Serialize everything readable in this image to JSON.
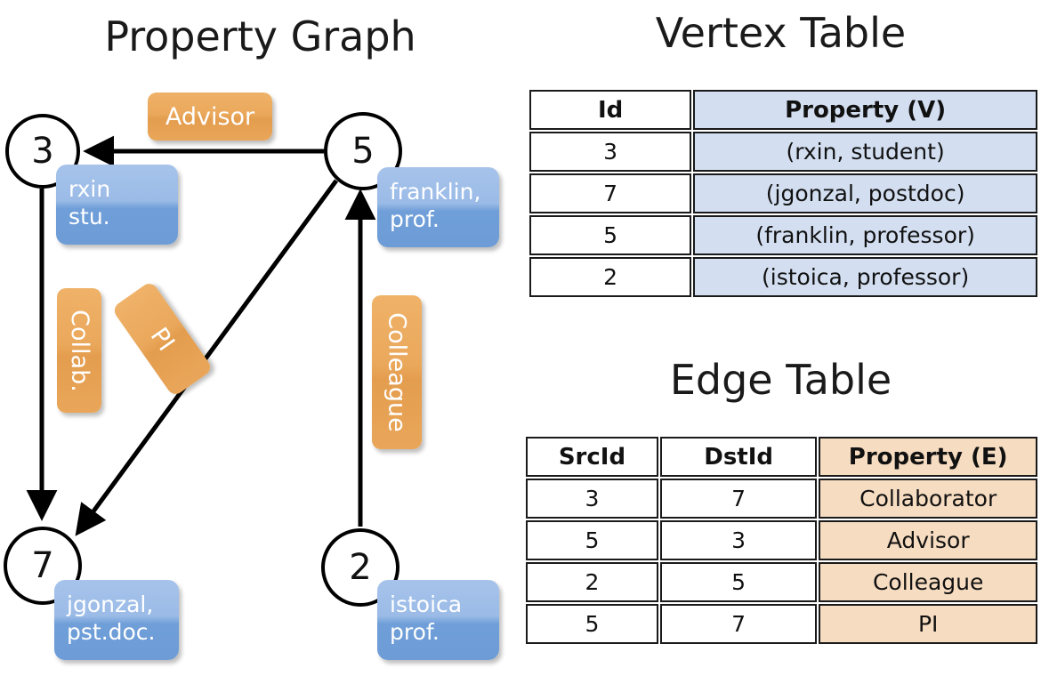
{
  "titles": {
    "property_graph": "Property Graph",
    "vertex_table": "Vertex Table",
    "edge_table": "Edge Table"
  },
  "graph": {
    "nodes": [
      {
        "id": "3",
        "label": "3",
        "property_lines": [
          "rxin",
          "stu."
        ]
      },
      {
        "id": "5",
        "label": "5",
        "property_lines": [
          "franklin,",
          "prof."
        ]
      },
      {
        "id": "7",
        "label": "7",
        "property_lines": [
          "jgonzal,",
          "pst.doc."
        ]
      },
      {
        "id": "2",
        "label": "2",
        "property_lines": [
          "istoica",
          "prof."
        ]
      }
    ],
    "edge_labels": [
      {
        "name": "advisor",
        "text": "Advisor"
      },
      {
        "name": "collab",
        "text": "Collab."
      },
      {
        "name": "pi",
        "text": "PI"
      },
      {
        "name": "colleague",
        "text": "Colleague"
      }
    ],
    "edges": [
      {
        "src": "5",
        "dst": "3",
        "label": "Advisor"
      },
      {
        "src": "3",
        "dst": "7",
        "label": "Collab."
      },
      {
        "src": "5",
        "dst": "7",
        "label": "PI"
      },
      {
        "src": "2",
        "dst": "5",
        "label": "Colleague"
      }
    ]
  },
  "vertex_table": {
    "headers": [
      "Id",
      "Property (V)"
    ],
    "rows": [
      {
        "id": "3",
        "property": "(rxin, student)"
      },
      {
        "id": "7",
        "property": "(jgonzal, postdoc)"
      },
      {
        "id": "5",
        "property": "(franklin, professor)"
      },
      {
        "id": "2",
        "property": "(istoica, professor)"
      }
    ]
  },
  "edge_table": {
    "headers": [
      "SrcId",
      "DstId",
      "Property (E)"
    ],
    "rows": [
      {
        "src": "3",
        "dst": "7",
        "property": "Collaborator"
      },
      {
        "src": "5",
        "dst": "3",
        "property": "Advisor"
      },
      {
        "src": "2",
        "dst": "5",
        "property": "Colleague"
      },
      {
        "src": "5",
        "dst": "7",
        "property": "PI"
      }
    ]
  },
  "colors": {
    "vertex_property_fill": "#d3dff1",
    "edge_property_fill": "#f6dcc1",
    "node_box_blue": "#6f9ed8",
    "edge_label_orange": "#eaa85c",
    "stroke": "#000000"
  }
}
